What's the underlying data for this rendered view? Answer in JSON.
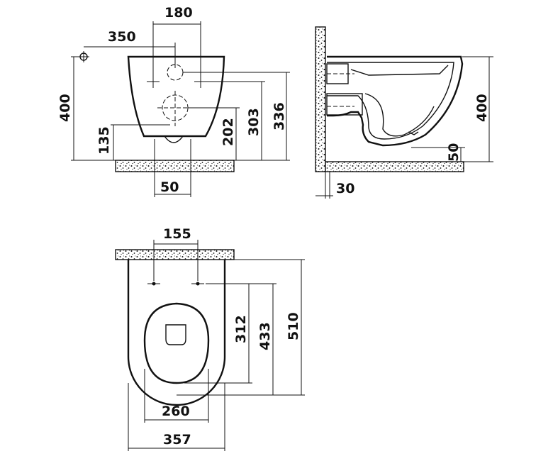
{
  "front_view": {
    "dim_top_width": "180",
    "dim_horizontal_offset": "350",
    "dim_height_total": "400",
    "dim_bottom_offset": "135",
    "dim_outlet_height": "202",
    "dim_inlet_height": "303",
    "dim_bolt_height": "336",
    "dim_outlet_width": "50"
  },
  "side_view": {
    "dim_height_total": "400",
    "dim_rim_offset": "50",
    "dim_wall_gap": "30"
  },
  "top_view": {
    "dim_bolt_spacing": "155",
    "dim_bolt_depth": "312",
    "dim_seat_depth": "433",
    "dim_total_depth": "510",
    "dim_seat_width": "260",
    "dim_total_width": "357"
  }
}
